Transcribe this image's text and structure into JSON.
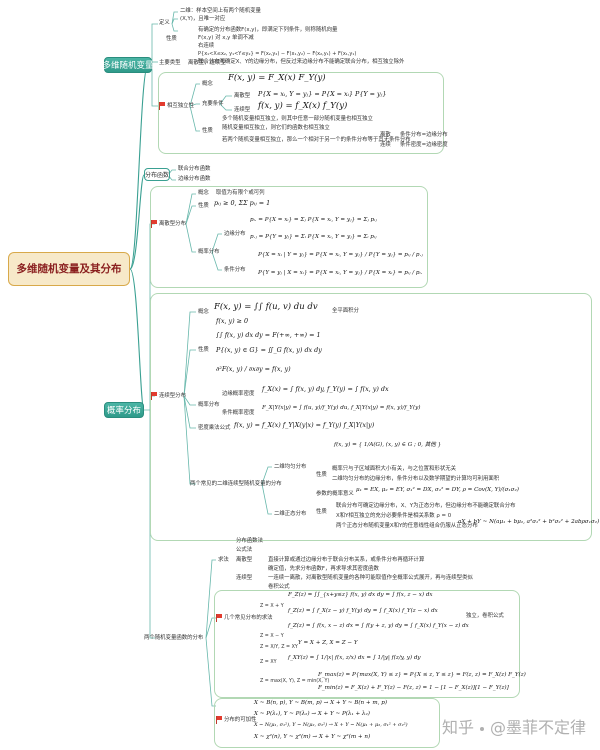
{
  "root": {
    "title": "多维随机变量及其分布"
  },
  "branches": {
    "joint": "多维随机变量",
    "dist": "分布函数",
    "prob": "概率分布"
  },
  "joint": {
    "def_label": "定义",
    "def1": "二维：样本空间上有两个随机变量",
    "def2": "(X,Y)，且唯一对应",
    "nature_label": "性质",
    "n1": "有确定的分布函数F(x,y)，即满足下列条件，则称随机向量",
    "n2": "F(x,y) 对 x,y 单调不减",
    "n3": "右连续",
    "n4": "P{x₁<X≤x₂, y₁<Y≤y₂} = F(x₂,y₂) − F(x₁,y₂) − F(x₂,y₁) + F(x₁,y₁)",
    "n5": "联合分布可确定X、Y的边缘分布，但反过来边缘分布不能确定联合分布，相互独立除外",
    "classify_label": "主要类型",
    "classify_text": "离散型，连续型",
    "indep_label": "相互独立性",
    "concept_label": "概念",
    "concept_formula": "F(x, y) = F_X(x) F_Y(y)",
    "suff_label": "充要条件",
    "disc_label": "离散型",
    "disc_formula": "P{X = xᵢ, Y = yⱼ} = P{X = xᵢ} P{Y = yⱼ}",
    "cont_label": "连续型",
    "cont_formula": "f(x, y) = f_X(x) f_Y(y)",
    "prop_label": "性质",
    "p1": "多个随机变量相互独立，则其中任意一部分随机变量也相互独立",
    "p2": "随机变量相互独立，则它们的函数也相互独立",
    "p3": "若两个随机变量相互独立，那么一个相对于另一个的条件分布等于其无条件分布",
    "p3a_label": "离散",
    "p3a": "条件分布=边缘分布",
    "p3b_label": "连续",
    "p3b": "条件密度=边缘密度"
  },
  "distf": {
    "l1": "联合分布函数",
    "l2": "边缘分布函数"
  },
  "discrete": {
    "title": "离散型分布",
    "concept_label": "概念",
    "concept_text": "取值为有限个或可列",
    "nature_label": "性质",
    "nature_formula": "pᵢⱼ ≥ 0, ΣΣ pᵢⱼ = 1",
    "prob_label": "概率分布",
    "margin_label": "边缘分布",
    "m1": "pᵢ. = P{X = xᵢ} = Σⱼ P{X = xᵢ, Y = yⱼ} = Σⱼ pᵢⱼ",
    "m2": "p.ⱼ = P{Y = yⱼ} = Σᵢ P{X = xᵢ, Y = yⱼ} = Σᵢ pᵢⱼ",
    "cond_label": "条件分布",
    "c1": "P{X = xᵢ | Y = yⱼ} = P{X = xᵢ, Y = yⱼ} / P{Y = yⱼ} = pᵢⱼ / p.ⱼ",
    "c2": "P{Y = yⱼ | X = xᵢ} = P{X = xᵢ, Y = yⱼ} / P{X = xᵢ} = pᵢⱼ / pᵢ."
  },
  "continuous": {
    "title": "连续型分布",
    "concept_formula": "F(x, y) = ∫∫ f(u, v) du dv",
    "concept_note": "全平面积分",
    "concept_label": "概念",
    "nature_label": "性质",
    "n1": "f(x, y) ≥ 0",
    "n2": "∫∫ f(x, y) dx dy = F(+∞, +∞) = 1",
    "n3": "P{(x, y) ∈ G} = ∬_G f(x, y) dx dy",
    "n4": "∂²F(x, y) / ∂x∂y = f(x, y)",
    "prob_label": "概率分布",
    "margin_label": "边缘概率密度",
    "margin_formula": "f_X(x) = ∫ f(x, y) dy, f_Y(y) = ∫ f(x, y) dx",
    "cond_label": "条件概率密度",
    "cond_formula": "F_X|Y(x|y) = ∫ f(u, y)/f_Y(y) du, f_X|Y(x|y) = f(x, y)/f_Y(y)",
    "mult_label": "密度乘法公式",
    "mult_formula": "f(x, y) = f_X(x) f_Y|X(y|x) = f_Y(y) f_X|Y(x|y)",
    "two_label": "两个常见的二维连续型随机变量的分布",
    "uni_label": "二维均匀分布",
    "uni_formula": "f(x, y) = { 1/A(G), (x, y) ∈ G ; 0, 其他 }",
    "uni_nature": "性质",
    "uni_n1": "概率只与子区域面积大小有关，与之位置和形状无关",
    "uni_n2": "二维均匀分布的边缘分布，条件分布以及数学期望的计算均可利用面积",
    "norm_label": "二维正态分布",
    "norm_params_label": "参数的概率意义",
    "norm_params": "μ₁ = EX, μ₂ = EY, σ₁² = DX, σ₂² = DY, ρ = Cov(X, Y)/(σ₁σ₂)",
    "norm_nature": "性质",
    "norm_n1": "联合分布可确定边缘分布，X、Y为正态分布，但边缘分布不能确定联合分布",
    "norm_n2": "X和Y相互独立的充分必要条件是相关系数 ρ = 0",
    "norm_n3": "两个正态分布随机变量X和Y的任意线性组合仍服从正态分布",
    "norm_formula": "aX + bY ~ N(aμ₁ + bμ₂, a²σ₁² + b²σ₂² + 2abρσ₁σ₂)"
  },
  "func": {
    "title": "两个随机变量函数的分布",
    "method_label": "求法",
    "m1": "分布函数法",
    "m2": "公式法",
    "disc_label": "离散型",
    "disc_text": "直接计算或通过边缘分布于联合分布关系，或条件分布再循环计算",
    "cont_label": "连续型",
    "cont1": "确定值，先求分布函数F，再求导求其密度函数",
    "cont2": "一连续一离散，对离散型随机变量的各种可能取值作全概率公式展开，再与连续型类似",
    "cont3": "卷积公式",
    "common_label": "几个常见分布的求法",
    "z1_label": "Z = X + Y",
    "z1a": "F_Z(z) = ∫∫_{x+y≤z} f(x, y) dx dy = ∫ f(x, z − x) dx",
    "z1b": "f_Z(z) = ∫ f_X(z − y) f_Y(y) dy = ∫ f_X(x) f_Y(z − x) dx",
    "z1_note": "独立，卷积公式",
    "z2_label": "Z = X − Y",
    "z2": "f_Z(z) = ∫ f(x, x − z) dx = ∫ f(y + z, y) dy = ∫ f_X(x) f_Y(x − z) dx",
    "z3_label": "Z = X/Y, Z = XY",
    "z3": "Y = X + Z, X = Z − Y",
    "z4_label": "Z = XY",
    "z4": "f_XY(z) = ∫ 1/|x| f(x, z/x) dx = ∫ 1/|y| f(z/y, y) dy",
    "z5_label": "Z = max(X, Y), Z = min(X, Y)",
    "z5a": "F_max(z) = P{max(X, Y) ≤ z} = P{X ≤ z, Y ≤ z} = F(z, z) = F_X(z) F_Y(z)",
    "z5b": "F_min(z) = F_X(z) + F_Y(z) − F(z, z) = 1 − [1 − F_X(z)][1 − F_Y(z)]",
    "add_label": "分布的可加性",
    "a1": "X ~ B(n, p), Y ~ B(m, p) → X + Y ~ B(n + m, p)",
    "a2": "X ~ P(λ₁), Y ~ P(λ₂) → X + Y ~ P(λ₁ + λ₂)",
    "a3": "X ~ N(μ₁, σ₁²), Y ~ N(μ₂, σ₂²) → X + Y ~ N(μ₁ + μ₂, σ₁² + σ₂²)",
    "a4": "X ~ χ²(n), Y ~ χ²(m) → X + Y ~ χ²(m + n)"
  },
  "watermark": {
    "brand": "知乎",
    "author": "@墨菲不定律"
  }
}
